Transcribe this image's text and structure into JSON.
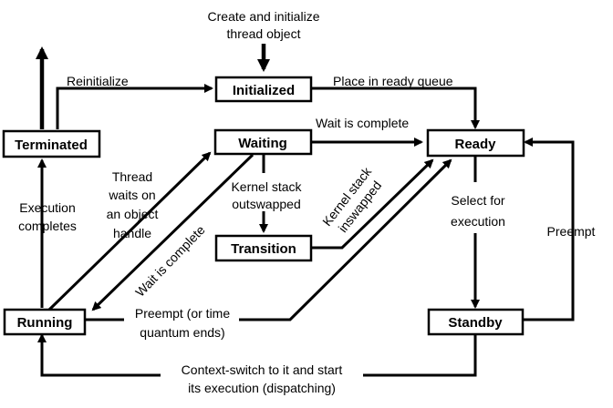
{
  "states": {
    "initialized": "Initialized",
    "ready": "Ready",
    "waiting": "Waiting",
    "terminated": "Terminated",
    "transition": "Transition",
    "running": "Running",
    "standby": "Standby"
  },
  "labels": {
    "create_line1": "Create and initialize",
    "create_line2": "thread object",
    "reinitialize": "Reinitialize",
    "place_ready": "Place in ready queue",
    "wait_complete_top": "Wait is complete",
    "thread_waits_1": "Thread",
    "thread_waits_2": "waits on",
    "thread_waits_3": "an object",
    "thread_waits_4": "handle",
    "exec_completes_1": "Execution",
    "exec_completes_2": "completes",
    "kernel_out_1": "Kernel stack",
    "kernel_out_2": "outswapped",
    "kernel_in_1": "Kernel stack",
    "kernel_in_2": "inswapped",
    "wait_complete_diag": "Wait is complete",
    "select_1": "Select for",
    "select_2": "execution",
    "preempt": "Preempt",
    "preempt_time_1": "Preempt (or time",
    "preempt_time_2": "quantum ends)",
    "context_1": "Context-switch to it and start",
    "context_2": "its execution (dispatching)"
  }
}
